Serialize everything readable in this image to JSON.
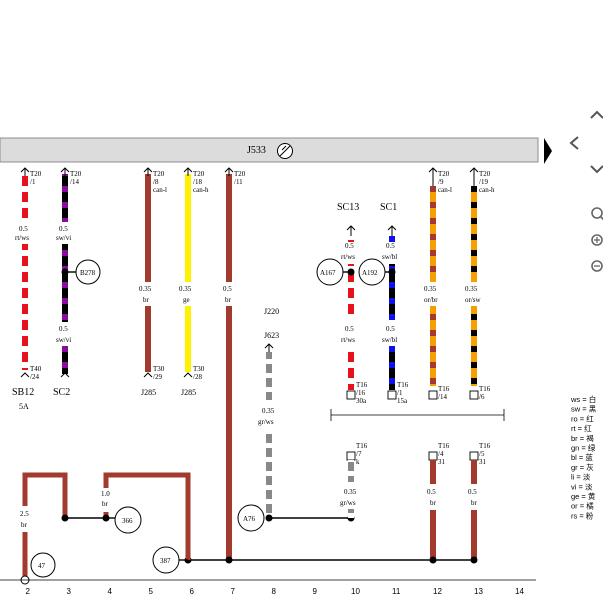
{
  "bus": {
    "label": "J533"
  },
  "columns": [
    "2",
    "3",
    "4",
    "5",
    "6",
    "7",
    "8",
    "9",
    "10",
    "11",
    "12",
    "13",
    "14"
  ],
  "wires": [
    {
      "id": "w2",
      "pin_top": "T20",
      "pin_top_sub": "/1",
      "gauge": "0.5",
      "color_code": "rt/ws",
      "pin_bottom": "T40",
      "pin_bottom_sub": "/24"
    },
    {
      "id": "w3",
      "pin_top": "T20",
      "pin_top_sub": "/14",
      "gauge": "0.5",
      "color_code": "sw/vi",
      "gauge2": "0.5",
      "color_code2": "sw/vi"
    },
    {
      "id": "w5",
      "pin_top": "T20",
      "pin_top_sub": "/8",
      "pin_top_note": "can-l",
      "gauge": "0.35",
      "color_code": "br",
      "pin_bottom": "T30",
      "pin_bottom_sub": "/29"
    },
    {
      "id": "w6",
      "pin_top": "T20",
      "pin_top_sub": "/18",
      "pin_top_note": "can-h",
      "gauge": "0.35",
      "color_code": "ge",
      "pin_bottom": "T30",
      "pin_bottom_sub": "/28"
    },
    {
      "id": "w7",
      "pin_top": "T20",
      "pin_top_sub": "/11",
      "gauge": "0.5",
      "color_code": "br"
    },
    {
      "id": "w12",
      "pin_top": "T20",
      "pin_top_sub": "/9",
      "pin_top_note": "can-l",
      "gauge": "0.35",
      "color_code": "or/br",
      "pin_bottom": "T16",
      "pin_bottom_sub": "/14"
    },
    {
      "id": "w13",
      "pin_top": "T20",
      "pin_top_sub": "/19",
      "pin_top_note": "can-h",
      "gauge": "0.35",
      "color_code": "or/sw",
      "pin_bottom": "T16",
      "pin_bottom_sub": "/6"
    }
  ],
  "components": {
    "sb12": "SB12",
    "sb12_rating": "5A",
    "sc2": "SC2",
    "j285a": "J285",
    "j285b": "J285",
    "j220": "J220",
    "j623": "J623",
    "sc13": "SC13",
    "sc1": "SC1"
  },
  "j623_wire": {
    "gauge": "0.35",
    "color_code": "gr/ws",
    "t16": "T16",
    "t16_sub": "/7",
    "t16_note": "k",
    "gauge2": "0.35",
    "color_code2": "gr/ws"
  },
  "sc13_wire": {
    "gauge": "0.5",
    "color_code": "rt/ws",
    "gauge2": "0.5",
    "color_code2": "rt/ws",
    "t16": "T16",
    "t16_sub": "/16",
    "t16_note": "30a"
  },
  "sc1_wire": {
    "gauge": "0.5",
    "color_code": "sw/bl",
    "gauge2": "0.5",
    "color_code2": "sw/bl",
    "t16": "T16",
    "t16_sub": "/1",
    "t16_note": "15a"
  },
  "lower": {
    "w2_gauge": "2.5",
    "w2_color": "br",
    "w4_gauge": "1.0",
    "w4_color": "br",
    "w12_t16": "T16",
    "w12_t16_sub": "/4",
    "w12_t16_note": "31",
    "w12_gauge": "0.5",
    "w12_color": "br",
    "w13_t16": "T16",
    "w13_t16_sub": "/5",
    "w13_t16_note": "31",
    "w13_gauge": "0.5",
    "w13_color": "br"
  },
  "circles": {
    "b278": "B278",
    "a167": "A167",
    "a192": "A192",
    "n366": "366",
    "a76": "A76",
    "n387": "387",
    "n47": "47"
  },
  "legend": [
    "ws = 白",
    "sw = 黑",
    "ro = 红",
    "rt = 红",
    "br = 褐",
    "gn = 绿",
    "bl = 蓝",
    "gr = 灰",
    "li = 淡",
    "vi = 淡",
    "ge = 黄",
    "or = 橘",
    "rs = 粉"
  ],
  "colors": {
    "red": "#e8101a",
    "brown": "#a33a2e",
    "yellow": "#fff200",
    "orange": "#f5a000",
    "black": "#000000",
    "blue": "#1010ee",
    "purple": "#8a0c9c",
    "gray": "#888888",
    "bus": "#dcdcdc"
  },
  "controls": [
    "pan-up-icon",
    "pan-left-icon",
    "pan-down-icon",
    "zoom-search-icon",
    "zoom-in-icon",
    "zoom-out-icon",
    "expand-panel-icon"
  ]
}
